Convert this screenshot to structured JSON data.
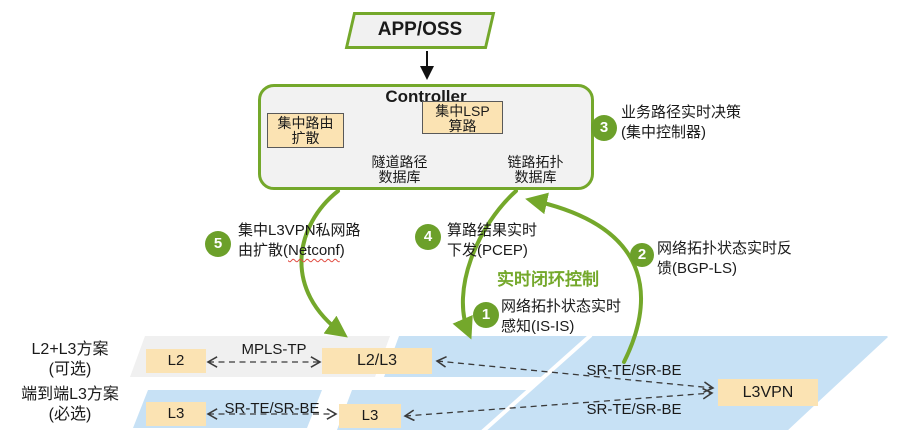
{
  "colors": {
    "accent_green": "#74A82B",
    "circle_green": "#6CA02A",
    "band_blue": "#C7E1F5",
    "band_gray": "#F0F0F0",
    "node_fill": "#FBE3B3",
    "controller_fill": "#F2F2F2"
  },
  "app_oss": {
    "label": "APP/OSS"
  },
  "controller": {
    "title": "Controller",
    "route_box": {
      "line1": "集中路由",
      "line2": "扩散"
    },
    "lsp_box": {
      "line1": "集中LSP",
      "line2": "算路"
    },
    "tunnel_db": {
      "line1": "隧道路径",
      "line2": "数据库"
    },
    "topo_db": {
      "line1": "链路拓扑",
      "line2": "数据库"
    }
  },
  "callouts": {
    "c1": {
      "num": "1",
      "line1": "网络拓扑状态实时",
      "line2": "感知(IS-IS)"
    },
    "c2": {
      "num": "2",
      "line1": "网络拓扑状态实时反",
      "line2": "馈(BGP-LS)"
    },
    "c3": {
      "num": "3",
      "line1": "业务路径实时决策",
      "line2": "(集中控制器)"
    },
    "c4": {
      "num": "4",
      "line1": "算路结果实时",
      "line2": "下发(PCEP)"
    },
    "c5": {
      "num": "5",
      "line1": "集中L3VPN私网路",
      "line2_pre": "由扩散(",
      "line2_em": "Netconf",
      "line2_post": ")"
    },
    "loop_label": "实时闭环控制"
  },
  "schemes": {
    "row1": {
      "title": "L2+L3方案",
      "subtitle": "(可选)"
    },
    "row2": {
      "title": "端到端L3方案",
      "subtitle": "(必选)"
    }
  },
  "nodes": {
    "l2": "L2",
    "l2l3": "L2/L3",
    "l3a": "L3",
    "l3b": "L3",
    "l3vpn": "L3VPN"
  },
  "links": {
    "mpls": "MPLS-TP",
    "sr_row2": "SR-TE/SR-BE",
    "sr_upper": "SR-TE/SR-BE",
    "sr_lower": "SR-TE/SR-BE"
  }
}
